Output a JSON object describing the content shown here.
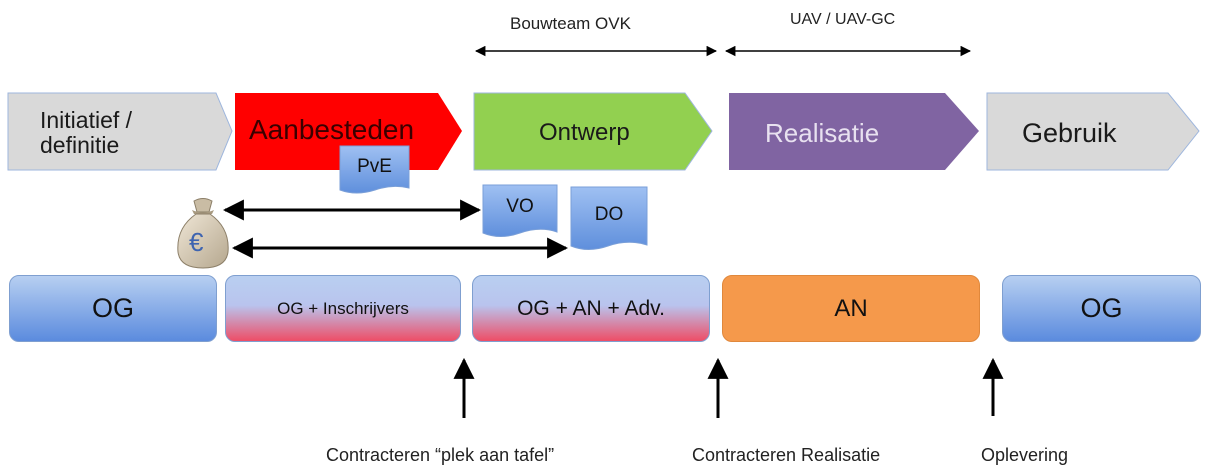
{
  "top_labels": {
    "bouwteam": "Bouwteam OVK",
    "uav": "UAV / UAV-GC"
  },
  "phases": [
    {
      "line1": "Initiatief /",
      "line2": "definitie"
    },
    {
      "label": "Aanbesteden"
    },
    {
      "label": "Ontwerp"
    },
    {
      "label": "Realisatie"
    },
    {
      "label": "Gebruik"
    }
  ],
  "documents": {
    "pve": "PvE",
    "vo": "VO",
    "do": "DO"
  },
  "money_bag": {
    "symbol": "€"
  },
  "roles": [
    {
      "label": "OG"
    },
    {
      "label": "OG + Inschrijvers"
    },
    {
      "label": "OG + AN + Adv."
    },
    {
      "label": "AN"
    },
    {
      "label": "OG"
    }
  ],
  "milestones": [
    {
      "label": "Contracteren “plek aan tafel”"
    },
    {
      "label": "Contracteren Realisatie"
    },
    {
      "label": "Oplevering"
    }
  ],
  "colors": {
    "phase_gray": "#d9d9d9",
    "phase_red": "#ff0000",
    "phase_green": "#92d050",
    "phase_purple": "#8064a2",
    "role_orange": "#f5994b",
    "doc_blue": "#6e9ee6"
  }
}
